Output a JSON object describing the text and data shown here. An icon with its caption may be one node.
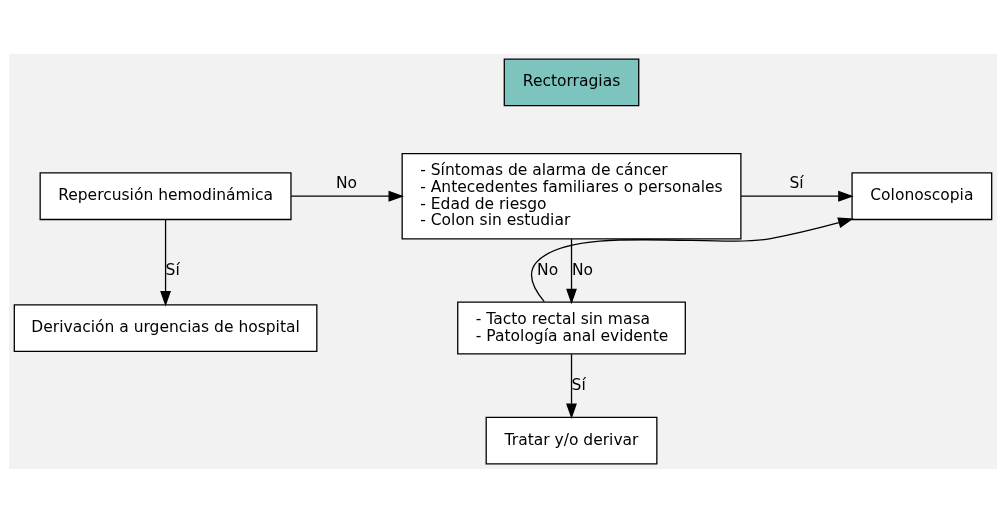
{
  "diagram": {
    "nodes": [
      {
        "text": [
          "Rectorragias"
        ]
      },
      {
        "text": [
          "Repercusión hemodinámica"
        ]
      },
      {
        "text": [
          "- Síntomas de alarma de cáncer",
          "- Antecedentes familiares o personales",
          "- Edad de riesgo",
          "- Colon sin estudiar"
        ]
      },
      {
        "text": [
          "Colonoscopia"
        ]
      },
      {
        "text": [
          "Derivación a urgencias de hospital"
        ]
      },
      {
        "text": [
          "- Tacto rectal sin masa",
          "- Patología anal evidente"
        ]
      },
      {
        "text": [
          "Tratar y/o derivar"
        ]
      }
    ],
    "edges": [
      {
        "from": 1,
        "to": 2,
        "arrow": "to",
        "label": "No"
      },
      {
        "from": 1,
        "to": 4,
        "arrow": "to",
        "label": "Sí"
      },
      {
        "from": 2,
        "to": 3,
        "arrow": "to",
        "label": "Sí"
      },
      {
        "from": 2,
        "to": 5,
        "arrow": "to",
        "label": "No"
      },
      {
        "from": 5,
        "to": 3,
        "arrow": "to",
        "label": "No"
      },
      {
        "from": 5,
        "to": 6,
        "arrow": "to",
        "label": "Sí"
      }
    ]
  }
}
